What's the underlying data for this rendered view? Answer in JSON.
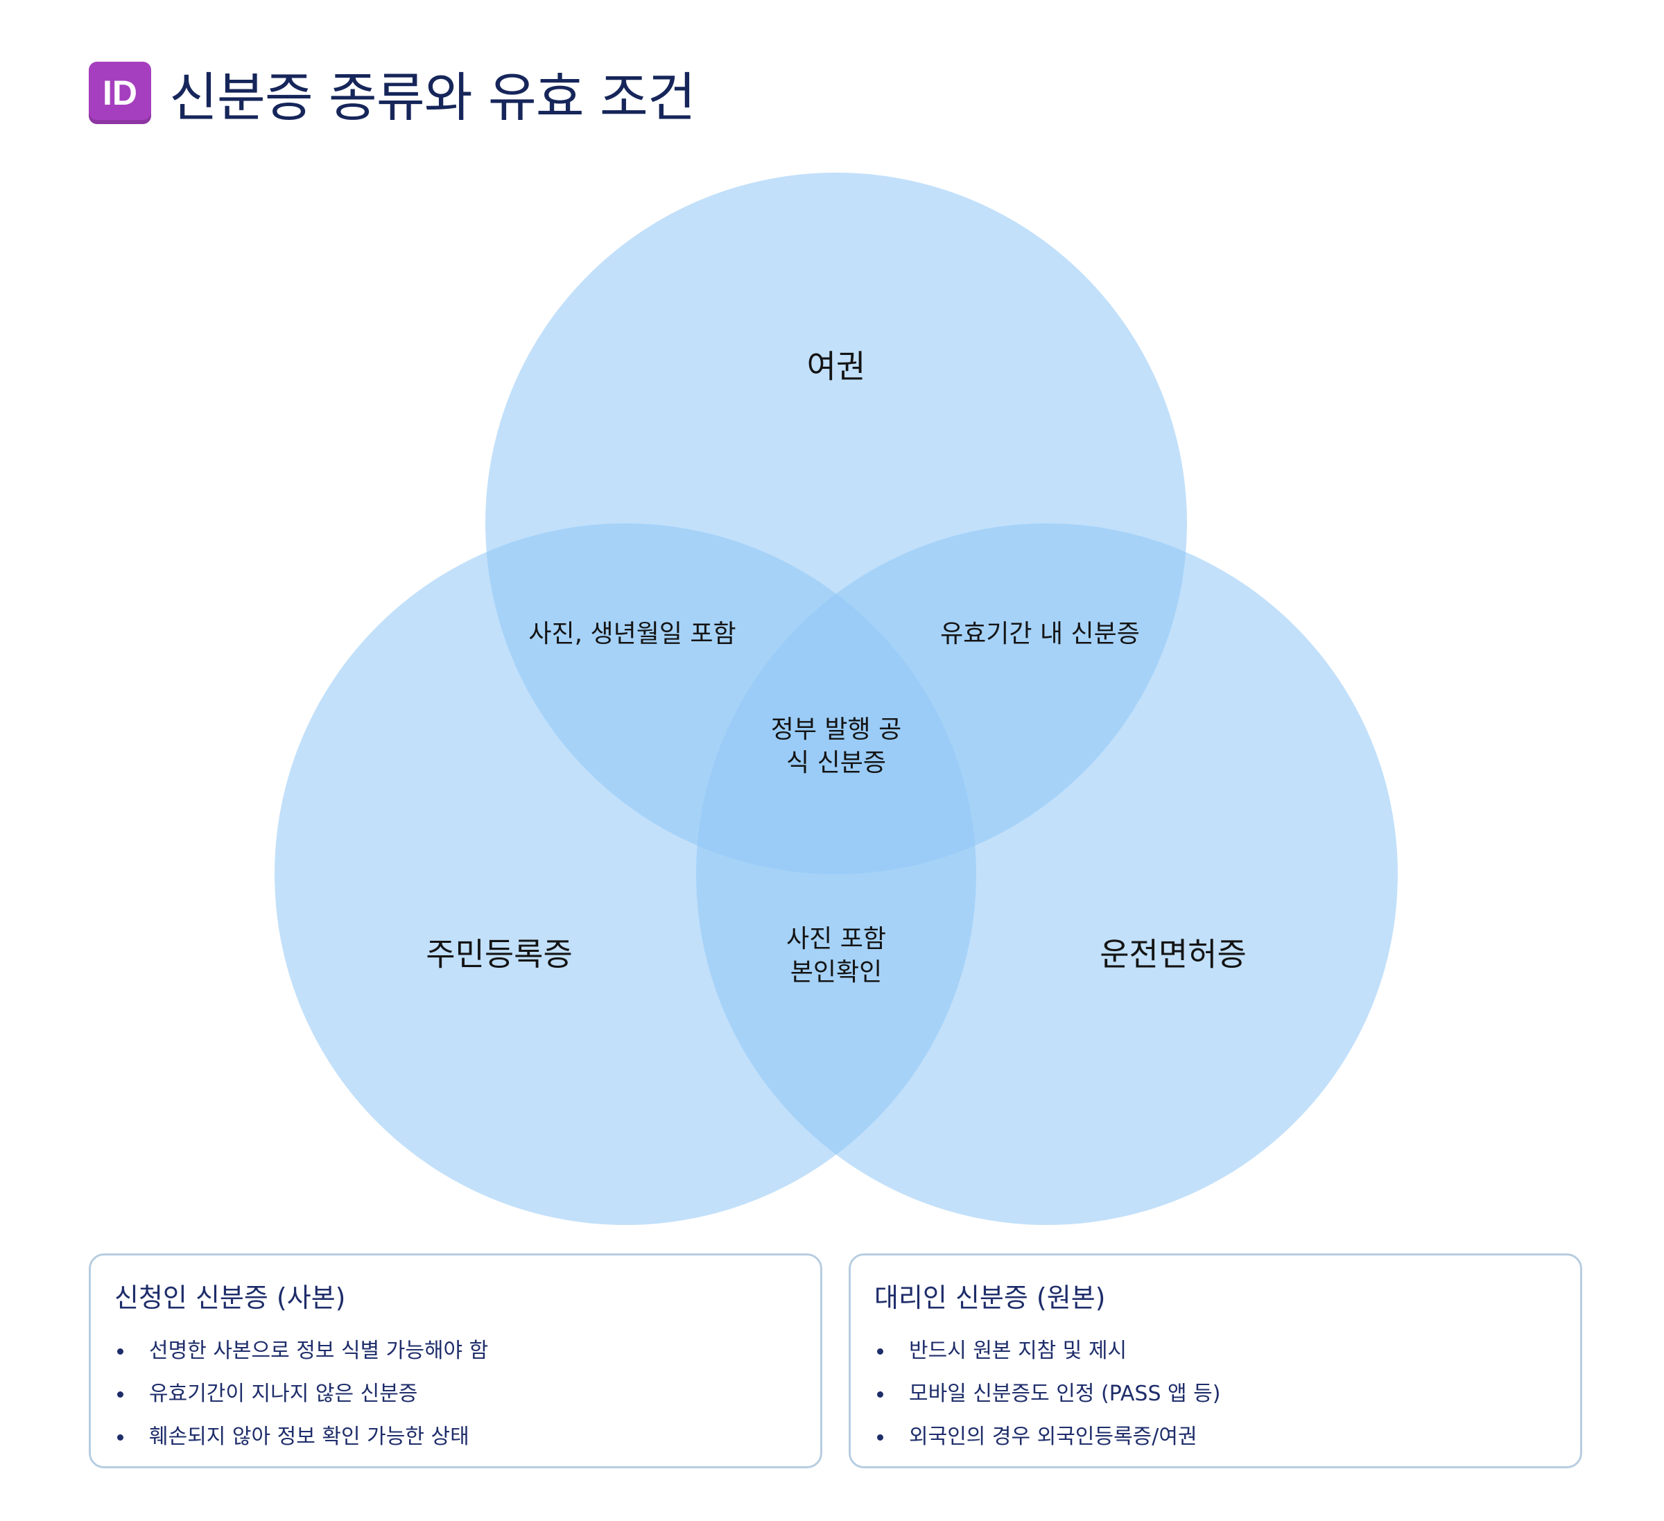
{
  "header": {
    "icon": "id-button-icon",
    "icon_text": "ID",
    "title": "신분증 종류와 유효 조건"
  },
  "venn": {
    "sets": {
      "passport": "여권",
      "resident_card": "주민등록증",
      "driver_license": "운전면허증"
    },
    "intersections": {
      "passport_resident": "사진, 생년월일 포함",
      "passport_license": "유효기간 내 신분증",
      "resident_license": [
        "사진 포함",
        "본인확인"
      ],
      "all_three": [
        "정부 발행 공",
        "식 신분증"
      ]
    },
    "colors": {
      "circle_fill": "#90c6f6",
      "text": "#141414"
    }
  },
  "cards": {
    "applicant": {
      "title": "신청인 신분증 (사본)",
      "items": [
        "선명한 사본으로 정보 식별 가능해야 함",
        "유효기간이 지나지 않은 신분증",
        "훼손되지 않아 정보 확인 가능한 상태"
      ]
    },
    "agent": {
      "title": "대리인 신분증 (원본)",
      "items": [
        "반드시 원본 지참 및 제시",
        "모바일 신분증도 인정 (PASS 앱 등)",
        "외국인의 경우 외국인등록증/여권"
      ]
    }
  },
  "colors": {
    "title": "#16265a",
    "card_text": "#1e2d6a",
    "card_border": "#b7cde0",
    "badge": "#a63fbf"
  }
}
